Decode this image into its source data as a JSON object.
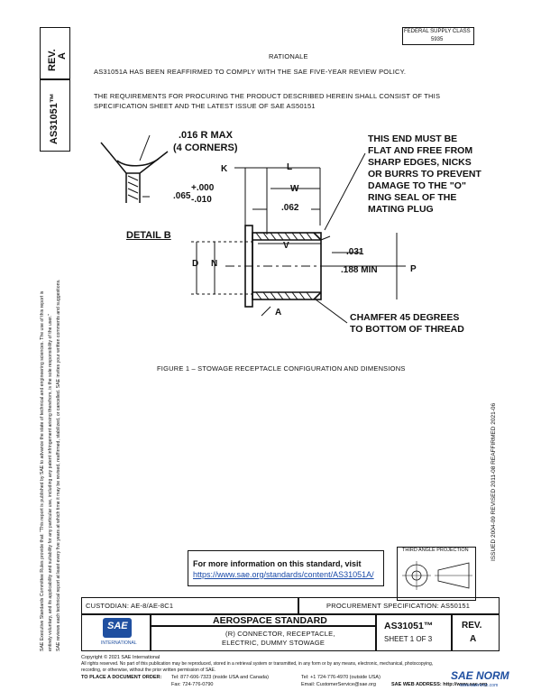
{
  "header": {
    "federal_supply": "FEDERAL SUPPLY CLASS",
    "fsc_code": "5935",
    "rev_label": "REV.",
    "rev_value": "A",
    "doc_number": "AS31051™"
  },
  "rationale": {
    "title": "RATIONALE",
    "text": "AS31051A HAS BEEN REAFFIRMED TO COMPLY WITH THE SAE FIVE-YEAR REVIEW POLICY."
  },
  "requirements_text": "THE REQUIREMENTS FOR PROCURING THE PRODUCT DESCRIBED HEREIN SHALL CONSIST OF THIS SPECIFICATION SHEET AND THE LATEST ISSUE OF SAE AS50151",
  "drawing": {
    "radius_note_1": ".016 R MAX",
    "radius_note_2": "(4 CORNERS)",
    "tol_value": ".065",
    "tol_plus": "+.000",
    "tol_minus": "-.010",
    "detail_label": "DETAIL B",
    "label_k": "K",
    "label_l": "L",
    "label_w": "W",
    "label_062": ".062",
    "label_v": "V",
    "label_031": ".031",
    "label_d": "D",
    "label_n": "N",
    "label_188": ".188 MIN",
    "label_p": "P",
    "label_a": "A",
    "end_note": [
      "THIS END MUST BE",
      "FLAT AND FREE FROM",
      "SHARP EDGES, NICKS",
      "OR BURRS TO PREVENT",
      "DAMAGE TO THE \"O\"",
      "RING SEAL OF THE",
      "MATING PLUG"
    ],
    "chamfer_note": [
      "CHAMFER 45 DEGREES",
      "TO BOTTOM OF THREAD"
    ],
    "figure_caption": "FIGURE 1 – STOWAGE RECEPTACLE CONFIGURATION AND DIMENSIONS"
  },
  "info_box": {
    "text": "For more information on this standard, visit",
    "link": "https://www.sae.org/standards/content/AS31051A/"
  },
  "projection_label": "THIRD ANGLE PROJECTION",
  "right_margin": "ISSUED 2004-09    REVISED 2011-08    REAFFIRMED 2021-06",
  "left_margin": [
    "SAE Executive Standards Committee Rules provide that: \"This report is published by SAE to advance the state of technical and engineering sciences. The use of this report is",
    "entirely voluntary, and its applicability and suitability for any particular use, including any patent infringement arising therefrom, is the sole responsibility of the user.\"",
    "SAE reviews each technical report at least every five years at which time it may be revised, reaffirmed, stabilized, or cancelled. SAE invites your written comments and suggestions."
  ],
  "title_block": {
    "custodian": "CUSTODIAN:  AE-8/AE-8C1",
    "procurement": "PROCUREMENT SPECIFICATION: AS50151",
    "standard_title": "AEROSPACE STANDARD",
    "desc_1": "(R) CONNECTOR, RECEPTACLE,",
    "desc_2": "ELECTRIC, DUMMY STOWAGE",
    "doc_number": "AS31051™",
    "sheet": "SHEET 1 OF 3",
    "rev_label": "REV.",
    "rev_value": "A",
    "logo_text": "SAE",
    "logo_sub": "INTERNATIONAL"
  },
  "footer": {
    "copyright": "Copyright © 2021 SAE International",
    "rights_1": "All rights reserved. No part of this publication may be reproduced, stored in a retrieval system or transmitted, in any form or by any means, electronic, mechanical, photocopying,",
    "rights_2": "recording, or otherwise, without the prior written permission of SAE.",
    "order_label": "TO PLACE A DOCUMENT ORDER:",
    "tel_1": "Tel:  877-606-7323 (inside USA and Canada)",
    "tel_2": "Tel:  +1 724-776-4970 (outside USA)",
    "fax": "Fax:  724-776-0790",
    "email": "Email:  CustomerService@sae.org",
    "web": "SAE WEB ADDRESS:  http://www.sae.org"
  },
  "watermark": {
    "text": "SAE NORM",
    "sub": "www.saenorm.com"
  }
}
